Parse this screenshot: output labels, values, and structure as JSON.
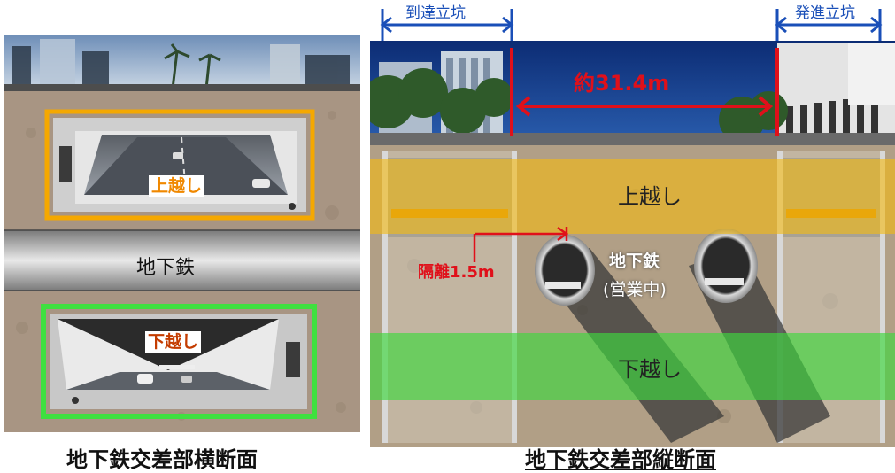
{
  "left_panel": {
    "upper_label": "上越し",
    "subway_band_label": "地下鉄",
    "lower_label": "下越し",
    "caption": "地下鉄交差部横断面"
  },
  "right_panel": {
    "arrival_shaft_label": "到達立坑",
    "departure_shaft_label": "発進立坑",
    "distance_label": "約31.4m",
    "upper_label": "上越し",
    "lower_label": "下越し",
    "separation_label": "隔離1.5m",
    "subway_label": "地下鉄",
    "subway_status": "(営業中)",
    "caption": "地下鉄交差部縦断面"
  },
  "colors": {
    "upper_highlight": "#f5a800",
    "lower_highlight": "#3fe03f",
    "dimension_red": "#e0101a",
    "shaft_blue": "#1a4fb8"
  }
}
